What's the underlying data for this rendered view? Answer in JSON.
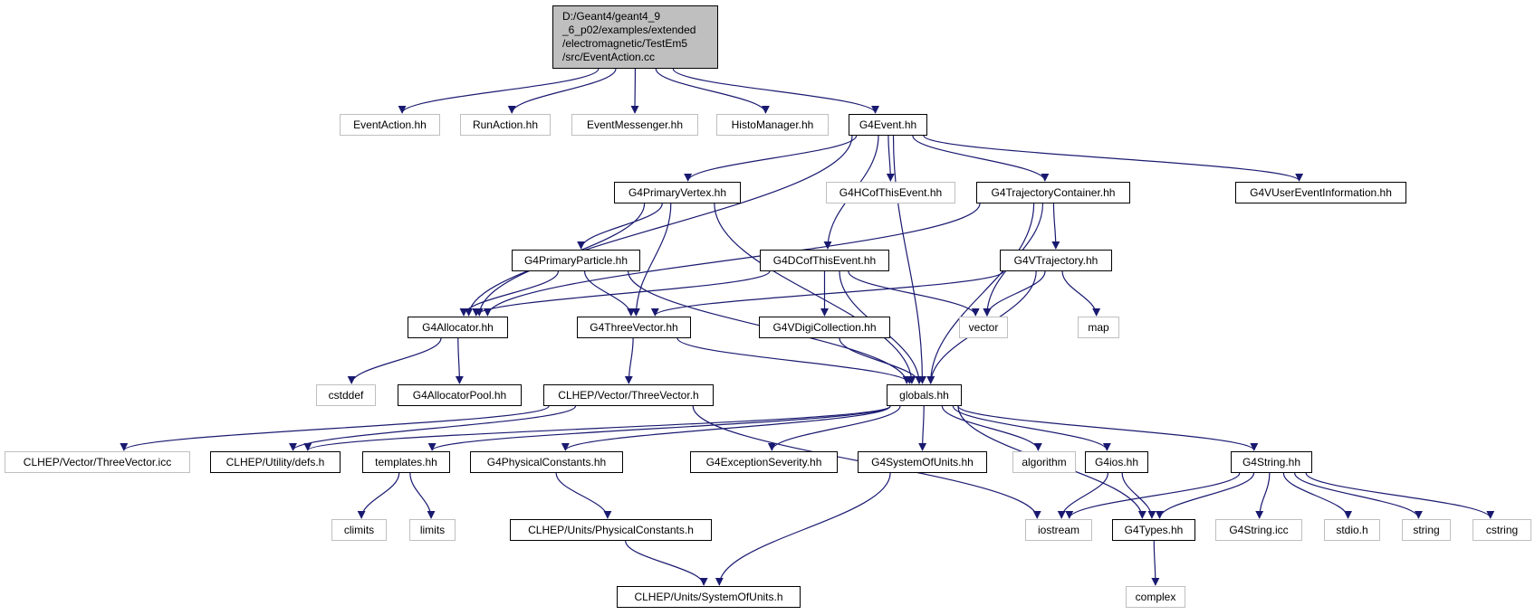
{
  "graph": {
    "edge_color": "#191970",
    "nodes": [
      {
        "id": "root",
        "label": "D:/Geant4/geant4_9\n_6_p02/examples/extended\n/electromagnetic/TestEm5\n/src/EventAction.cc",
        "style": "root"
      },
      {
        "id": "eventaction_hh",
        "label": "EventAction.hh",
        "style": "external"
      },
      {
        "id": "runaction_hh",
        "label": "RunAction.hh",
        "style": "external"
      },
      {
        "id": "eventmessenger_hh",
        "label": "EventMessenger.hh",
        "style": "external"
      },
      {
        "id": "histomanager_hh",
        "label": "HistoManager.hh",
        "style": "external"
      },
      {
        "id": "g4event_hh",
        "label": "G4Event.hh",
        "style": "normal"
      },
      {
        "id": "g4primaryvertex_hh",
        "label": "G4PrimaryVertex.hh",
        "style": "normal"
      },
      {
        "id": "g4hcofthisevent_hh",
        "label": "G4HCofThisEvent.hh",
        "style": "external"
      },
      {
        "id": "g4trajectorycontainer_hh",
        "label": "G4TrajectoryContainer.hh",
        "style": "normal"
      },
      {
        "id": "g4vusereventinformation_hh",
        "label": "G4VUserEventInformation.hh",
        "style": "normal"
      },
      {
        "id": "g4primaryparticle_hh",
        "label": "G4PrimaryParticle.hh",
        "style": "normal"
      },
      {
        "id": "g4dcofthisevent_hh",
        "label": "G4DCofThisEvent.hh",
        "style": "normal"
      },
      {
        "id": "g4vtrajectory_hh",
        "label": "G4VTrajectory.hh",
        "style": "normal"
      },
      {
        "id": "g4allocator_hh",
        "label": "G4Allocator.hh",
        "style": "normal"
      },
      {
        "id": "g4threevector_hh",
        "label": "G4ThreeVector.hh",
        "style": "normal"
      },
      {
        "id": "g4vdigicollection_hh",
        "label": "G4VDigiCollection.hh",
        "style": "normal"
      },
      {
        "id": "vector",
        "label": "vector",
        "style": "external"
      },
      {
        "id": "map",
        "label": "map",
        "style": "external"
      },
      {
        "id": "cstddef",
        "label": "cstddef",
        "style": "external"
      },
      {
        "id": "g4allocatorpool_hh",
        "label": "G4AllocatorPool.hh",
        "style": "normal"
      },
      {
        "id": "clhep_threevector_h",
        "label": "CLHEP/Vector/ThreeVector.h",
        "style": "normal"
      },
      {
        "id": "globals_hh",
        "label": "globals.hh",
        "style": "normal"
      },
      {
        "id": "clhep_threevector_icc",
        "label": "CLHEP/Vector/ThreeVector.icc",
        "style": "external"
      },
      {
        "id": "clhep_defs_h",
        "label": "CLHEP/Utility/defs.h",
        "style": "normal"
      },
      {
        "id": "templates_hh",
        "label": "templates.hh",
        "style": "normal"
      },
      {
        "id": "g4physicalconstants_hh",
        "label": "G4PhysicalConstants.hh",
        "style": "normal"
      },
      {
        "id": "g4exceptionseverity_hh",
        "label": "G4ExceptionSeverity.hh",
        "style": "normal"
      },
      {
        "id": "g4systemofunits_hh",
        "label": "G4SystemOfUnits.hh",
        "style": "normal"
      },
      {
        "id": "algorithm",
        "label": "algorithm",
        "style": "external"
      },
      {
        "id": "g4ios_hh",
        "label": "G4ios.hh",
        "style": "normal"
      },
      {
        "id": "g4string_hh",
        "label": "G4String.hh",
        "style": "normal"
      },
      {
        "id": "climits",
        "label": "climits",
        "style": "external"
      },
      {
        "id": "limits",
        "label": "limits",
        "style": "external"
      },
      {
        "id": "clhep_physicalconstants_h",
        "label": "CLHEP/Units/PhysicalConstants.h",
        "style": "normal"
      },
      {
        "id": "iostream",
        "label": "iostream",
        "style": "external"
      },
      {
        "id": "g4types_hh",
        "label": "G4Types.hh",
        "style": "normal"
      },
      {
        "id": "g4string_icc",
        "label": "G4String.icc",
        "style": "external"
      },
      {
        "id": "stdio_h",
        "label": "stdio.h",
        "style": "external"
      },
      {
        "id": "string",
        "label": "string",
        "style": "external"
      },
      {
        "id": "cstring",
        "label": "cstring",
        "style": "external"
      },
      {
        "id": "complex",
        "label": "complex",
        "style": "external"
      },
      {
        "id": "clhep_systemofunits_h",
        "label": "CLHEP/Units/SystemOfUnits.h",
        "style": "normal"
      }
    ],
    "edges": [
      {
        "from": "root",
        "to": "eventaction_hh"
      },
      {
        "from": "root",
        "to": "runaction_hh"
      },
      {
        "from": "root",
        "to": "eventmessenger_hh"
      },
      {
        "from": "root",
        "to": "histomanager_hh"
      },
      {
        "from": "root",
        "to": "g4event_hh"
      },
      {
        "from": "g4event_hh",
        "to": "g4primaryvertex_hh"
      },
      {
        "from": "g4event_hh",
        "to": "g4hcofthisevent_hh"
      },
      {
        "from": "g4event_hh",
        "to": "g4trajectorycontainer_hh"
      },
      {
        "from": "g4event_hh",
        "to": "g4vusereventinformation_hh"
      },
      {
        "from": "g4event_hh",
        "to": "g4dcofthisevent_hh"
      },
      {
        "from": "g4event_hh",
        "to": "g4allocator_hh"
      },
      {
        "from": "g4event_hh",
        "to": "globals_hh"
      },
      {
        "from": "g4primaryvertex_hh",
        "to": "g4primaryparticle_hh"
      },
      {
        "from": "g4primaryvertex_hh",
        "to": "g4allocator_hh"
      },
      {
        "from": "g4primaryvertex_hh",
        "to": "g4threevector_hh"
      },
      {
        "from": "g4primaryvertex_hh",
        "to": "globals_hh"
      },
      {
        "from": "g4trajectorycontainer_hh",
        "to": "g4vtrajectory_hh"
      },
      {
        "from": "g4trajectorycontainer_hh",
        "to": "g4allocator_hh"
      },
      {
        "from": "g4trajectorycontainer_hh",
        "to": "vector"
      },
      {
        "from": "g4trajectorycontainer_hh",
        "to": "globals_hh"
      },
      {
        "from": "g4primaryparticle_hh",
        "to": "g4allocator_hh"
      },
      {
        "from": "g4primaryparticle_hh",
        "to": "g4threevector_hh"
      },
      {
        "from": "g4primaryparticle_hh",
        "to": "globals_hh"
      },
      {
        "from": "g4dcofthisevent_hh",
        "to": "g4allocator_hh"
      },
      {
        "from": "g4dcofthisevent_hh",
        "to": "g4vdigicollection_hh"
      },
      {
        "from": "g4dcofthisevent_hh",
        "to": "vector"
      },
      {
        "from": "g4dcofthisevent_hh",
        "to": "globals_hh"
      },
      {
        "from": "g4vtrajectory_hh",
        "to": "g4threevector_hh"
      },
      {
        "from": "g4vtrajectory_hh",
        "to": "vector"
      },
      {
        "from": "g4vtrajectory_hh",
        "to": "map"
      },
      {
        "from": "g4vtrajectory_hh",
        "to": "globals_hh"
      },
      {
        "from": "g4allocator_hh",
        "to": "cstddef"
      },
      {
        "from": "g4allocator_hh",
        "to": "g4allocatorpool_hh"
      },
      {
        "from": "g4threevector_hh",
        "to": "clhep_threevector_h"
      },
      {
        "from": "g4threevector_hh",
        "to": "globals_hh"
      },
      {
        "from": "g4vdigicollection_hh",
        "to": "globals_hh"
      },
      {
        "from": "clhep_threevector_h",
        "to": "clhep_threevector_icc"
      },
      {
        "from": "clhep_threevector_h",
        "to": "clhep_defs_h"
      },
      {
        "from": "clhep_threevector_h",
        "to": "iostream"
      },
      {
        "from": "globals_hh",
        "to": "clhep_defs_h"
      },
      {
        "from": "globals_hh",
        "to": "templates_hh"
      },
      {
        "from": "globals_hh",
        "to": "g4physicalconstants_hh"
      },
      {
        "from": "globals_hh",
        "to": "g4exceptionseverity_hh"
      },
      {
        "from": "globals_hh",
        "to": "g4systemofunits_hh"
      },
      {
        "from": "globals_hh",
        "to": "algorithm"
      },
      {
        "from": "globals_hh",
        "to": "g4ios_hh"
      },
      {
        "from": "globals_hh",
        "to": "g4string_hh"
      },
      {
        "from": "globals_hh",
        "to": "g4types_hh"
      },
      {
        "from": "templates_hh",
        "to": "climits"
      },
      {
        "from": "templates_hh",
        "to": "limits"
      },
      {
        "from": "g4physicalconstants_hh",
        "to": "clhep_physicalconstants_h"
      },
      {
        "from": "g4systemofunits_hh",
        "to": "clhep_systemofunits_h"
      },
      {
        "from": "g4ios_hh",
        "to": "iostream"
      },
      {
        "from": "g4ios_hh",
        "to": "g4types_hh"
      },
      {
        "from": "g4string_hh",
        "to": "iostream"
      },
      {
        "from": "g4string_hh",
        "to": "g4types_hh"
      },
      {
        "from": "g4string_hh",
        "to": "g4string_icc"
      },
      {
        "from": "g4string_hh",
        "to": "stdio_h"
      },
      {
        "from": "g4string_hh",
        "to": "string"
      },
      {
        "from": "g4string_hh",
        "to": "cstring"
      },
      {
        "from": "g4types_hh",
        "to": "complex"
      },
      {
        "from": "clhep_physicalconstants_h",
        "to": "clhep_systemofunits_h"
      }
    ]
  }
}
